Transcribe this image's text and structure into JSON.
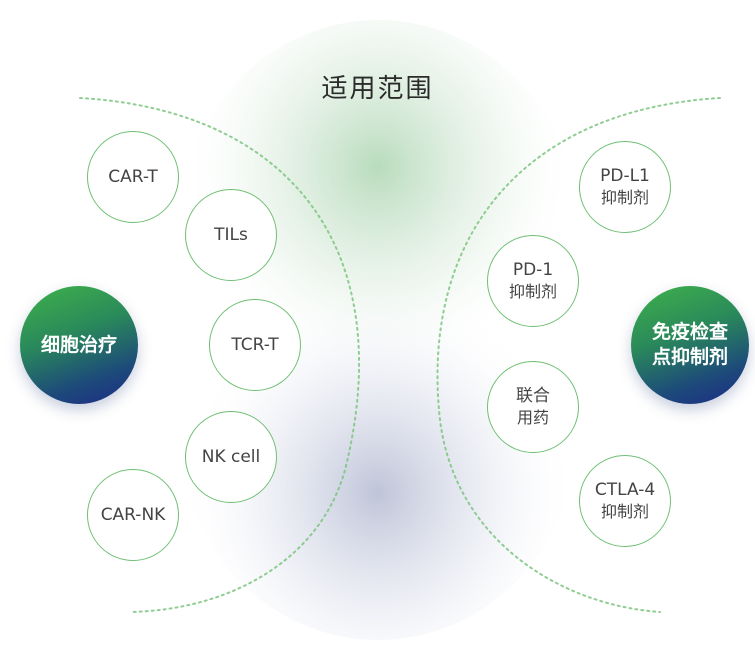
{
  "title": "适用范围",
  "left_hub": {
    "label": "细胞治疗"
  },
  "left_items": [
    "CAR-T",
    "TILs",
    "TCR-T",
    "NK cell",
    "CAR-NK"
  ],
  "right_hub": {
    "line1": "免疫检查",
    "line2": "点抑制剂"
  },
  "right_items": [
    {
      "line1": "PD-L1",
      "line2": "抑制剂"
    },
    {
      "line1": "PD-1",
      "line2": "抑制剂"
    },
    {
      "line1": "联合",
      "line2": "用药"
    },
    {
      "line1": "CTLA-4",
      "line2": "抑制剂"
    }
  ],
  "colors": {
    "bubble_border": "#6fbf73",
    "hub_top": "#3fb24a",
    "hub_bottom": "#1c2a86",
    "arc_dots": "#7cc47f"
  }
}
